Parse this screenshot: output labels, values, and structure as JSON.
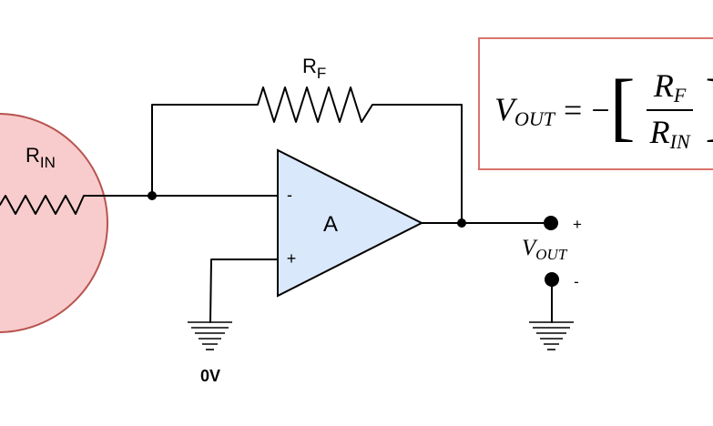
{
  "components": {
    "feedback_resistor": {
      "main": "R",
      "sub": "F"
    },
    "input_resistor": {
      "main": "R",
      "sub": "IN"
    },
    "op_amp_label": "A",
    "inverting_input": "-",
    "non_inverting_input": "+",
    "ground_label": "0V",
    "output_plus": "+",
    "output_minus": "-",
    "output_label": {
      "main": "V",
      "sub": "OUT"
    }
  },
  "equation": {
    "lhs": {
      "main": "V",
      "sub": "OUT"
    },
    "equals": "=",
    "minus": "−",
    "open_bracket": "[",
    "numerator": {
      "main": "R",
      "sub": "F"
    },
    "denominator": {
      "main": "R",
      "sub": "IN"
    },
    "close_bracket": "]"
  },
  "colors": {
    "highlight_fill": "#f8cccc",
    "highlight_stroke": "#b85450",
    "opamp_fill": "#dae8fc",
    "equation_border": "#d9736b"
  }
}
